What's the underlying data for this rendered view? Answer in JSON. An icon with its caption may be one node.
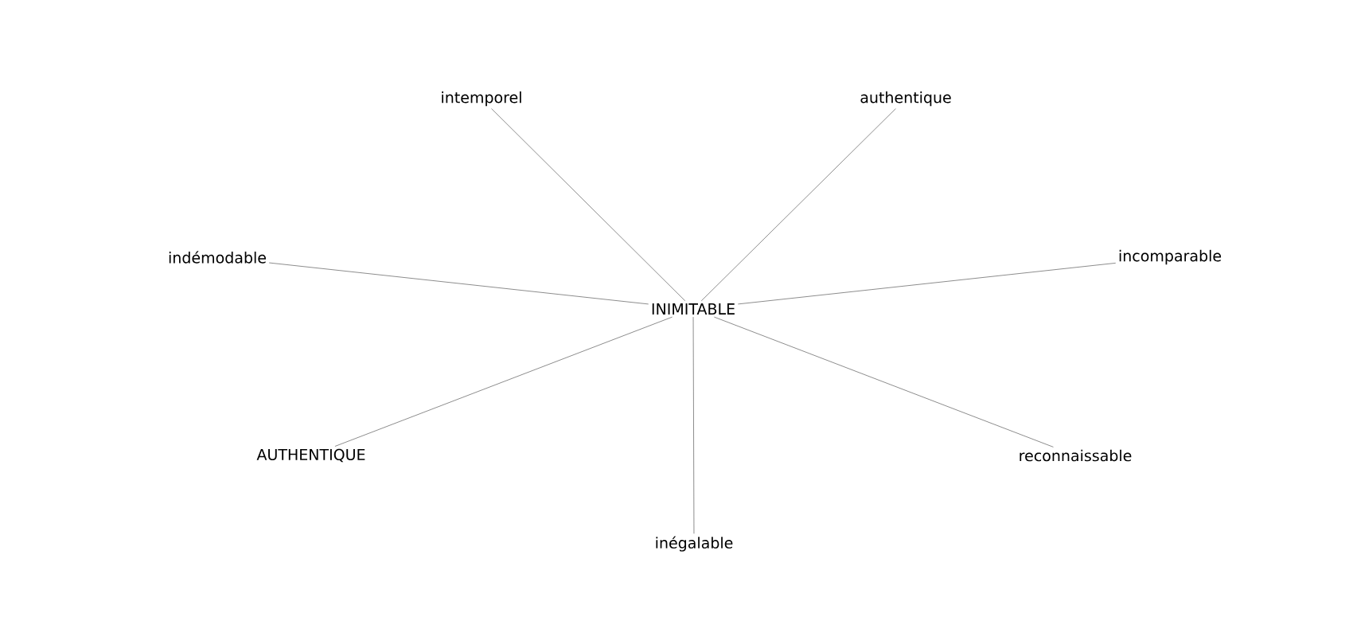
{
  "diagram": {
    "nodes": [
      {
        "text": [
          "intemporel"
        ]
      },
      {
        "text": [
          "authentique"
        ]
      },
      {
        "text": [
          "indémodable"
        ]
      },
      {
        "text": [
          "incomparable"
        ]
      },
      {
        "text": [
          "INIMITABLE"
        ]
      },
      {
        "text": [
          "AUTHENTIQUE"
        ]
      },
      {
        "text": [
          "reconnaissable"
        ]
      },
      {
        "text": [
          "inégalable"
        ]
      }
    ],
    "edges": [
      {
        "from": 4,
        "to": 0,
        "arrow": "none"
      },
      {
        "from": 4,
        "to": 1,
        "arrow": "none"
      },
      {
        "from": 4,
        "to": 2,
        "arrow": "none"
      },
      {
        "from": 4,
        "to": 3,
        "arrow": "none"
      },
      {
        "from": 4,
        "to": 5,
        "arrow": "none"
      },
      {
        "from": 4,
        "to": 6,
        "arrow": "none"
      },
      {
        "from": 4,
        "to": 7,
        "arrow": "none"
      }
    ]
  }
}
